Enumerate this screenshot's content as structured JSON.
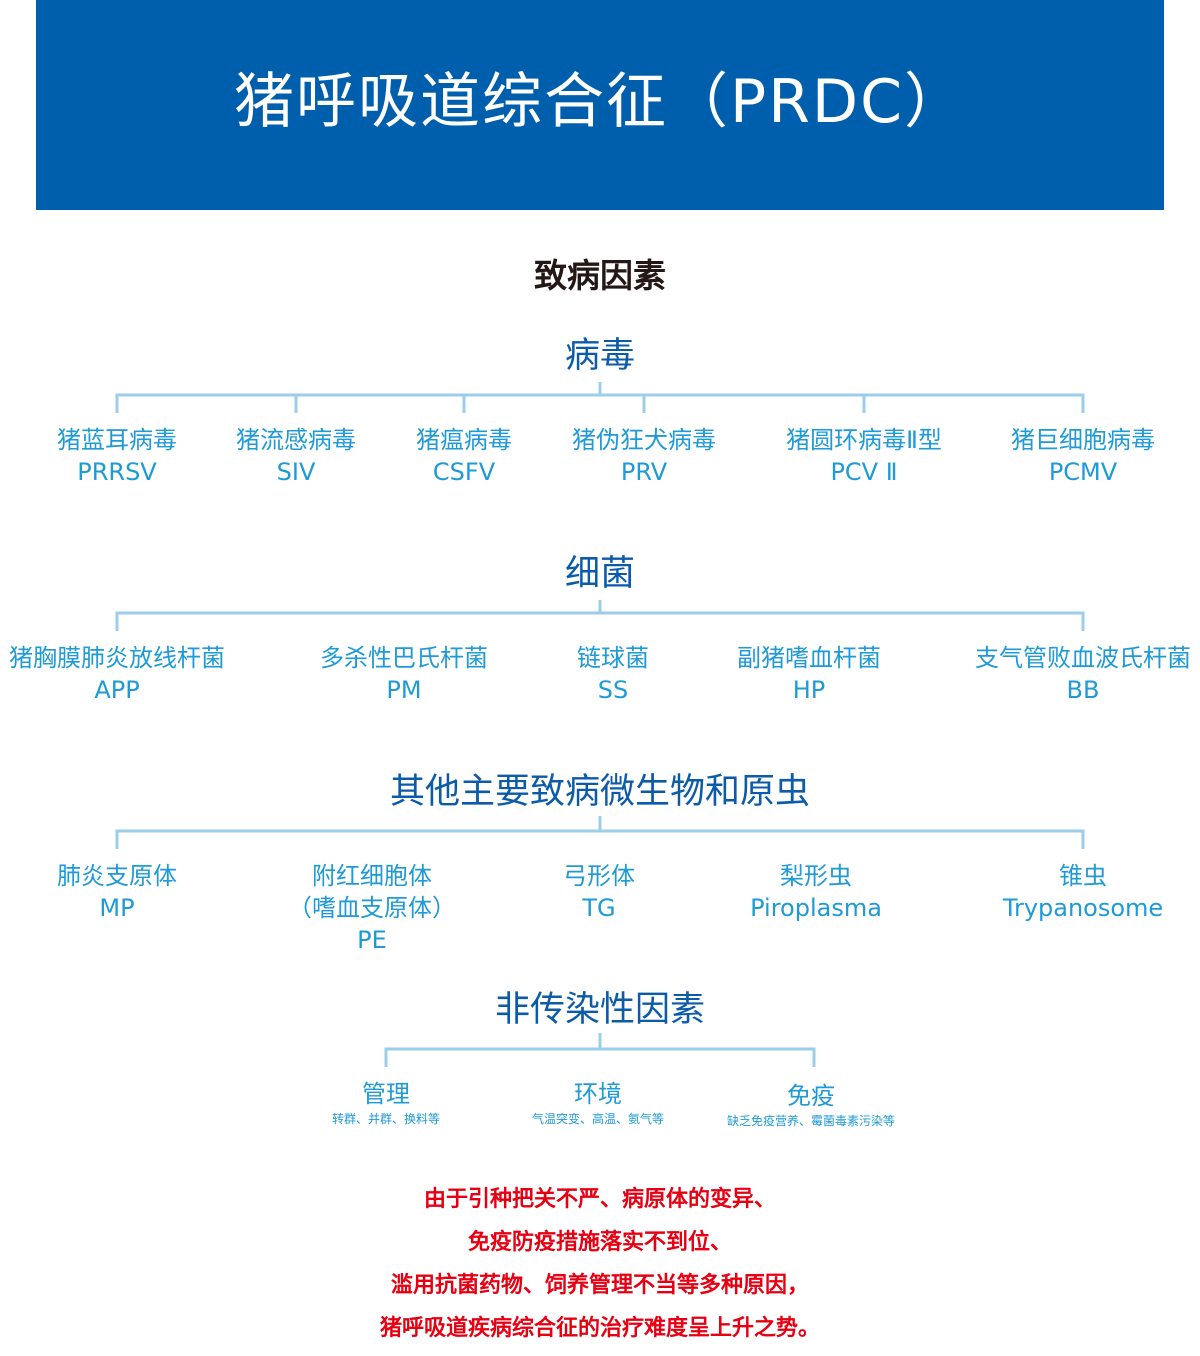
{
  "header": {
    "title": "猪呼吸道综合征（PRDC）"
  },
  "subtitle": "致病因素",
  "categories": {
    "virus": {
      "title": "病毒",
      "items": [
        {
          "name": "猪蓝耳病毒",
          "abbr": "PRRSV"
        },
        {
          "name": "猪流感病毒",
          "abbr": "SIV"
        },
        {
          "name": "猪瘟病毒",
          "abbr": "CSFV"
        },
        {
          "name": "猪伪狂犬病毒",
          "abbr": "PRV"
        },
        {
          "name": "猪圆环病毒Ⅱ型",
          "abbr": "PCV Ⅱ"
        },
        {
          "name": "猪巨细胞病毒",
          "abbr": "PCMV"
        }
      ]
    },
    "bacteria": {
      "title": "细菌",
      "items": [
        {
          "name": "猪胸膜肺炎放线杆菌",
          "abbr": "APP"
        },
        {
          "name": "多杀性巴氏杆菌",
          "abbr": "PM"
        },
        {
          "name": "链球菌",
          "abbr": "SS"
        },
        {
          "name": "副猪嗜血杆菌",
          "abbr": "HP"
        },
        {
          "name": "支气管败血波氏杆菌",
          "abbr": "BB"
        }
      ]
    },
    "other": {
      "title": "其他主要致病微生物和原虫",
      "items": [
        {
          "name": "肺炎支原体",
          "abbr": "MP"
        },
        {
          "name": "附红细胞体",
          "alt": "（嗜血支原体）",
          "abbr": "PE"
        },
        {
          "name": "弓形体",
          "abbr": "TG"
        },
        {
          "name": "梨形虫",
          "abbr": "Piroplasma"
        },
        {
          "name": "锥虫",
          "abbr": "Trypanosome"
        }
      ]
    },
    "noninfectious": {
      "title": "非传染性因素",
      "items": [
        {
          "name": "管理",
          "note": "转群、并群、换料等"
        },
        {
          "name": "环境",
          "note": "气温突变、高温、氨气等"
        },
        {
          "name": "免疫",
          "note": "缺乏免疫营养、霉菌毒素污染等"
        }
      ]
    }
  },
  "footer": {
    "lines": [
      "由于引种把关不严、病原体的变异、",
      "免疫防疫措施落实不到位、",
      "滥用抗菌药物、饲养管理不当等多种原因，",
      "猪呼吸道疾病综合征的治疗难度呈上升之势。"
    ]
  },
  "colors": {
    "banner": "#005fad",
    "category_title": "#0b5ba9",
    "item_text": "#1e9ad6",
    "connector": "#9ccde9",
    "footer_text": "#e60012"
  }
}
